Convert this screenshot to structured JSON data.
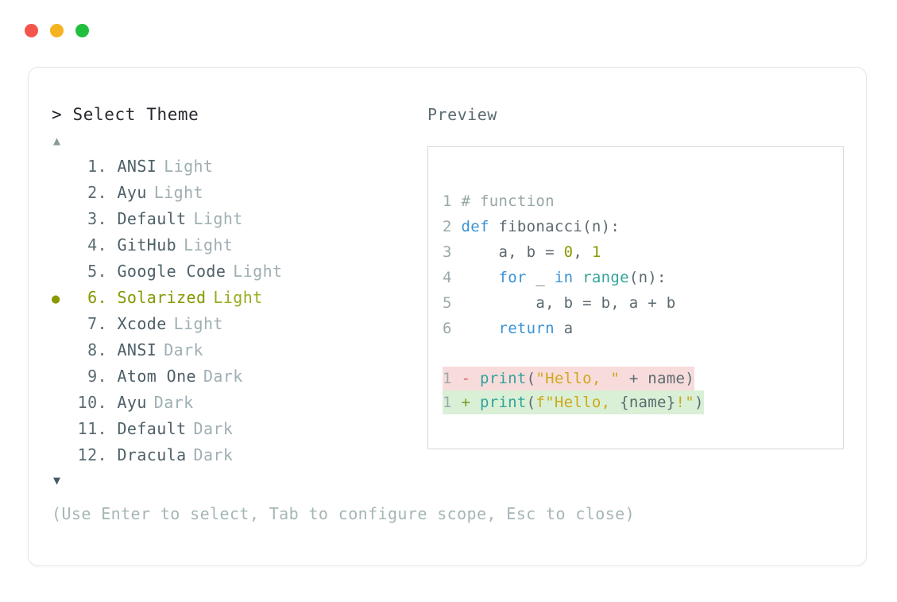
{
  "window": {
    "traffic_lights": [
      {
        "name": "close",
        "color": "#f5544c"
      },
      {
        "name": "minimize",
        "color": "#f5b320"
      },
      {
        "name": "zoom",
        "color": "#22be3e"
      }
    ]
  },
  "picker": {
    "prompt_symbol": "> ",
    "prompt_title": "Select Theme",
    "scroll_up_icon": "▲",
    "scroll_down_icon": "▼",
    "selected_bullet": "●",
    "selected_index": 6,
    "items": [
      {
        "index": "1.",
        "name": "ANSI",
        "variant": "Light",
        "selected": false
      },
      {
        "index": "2.",
        "name": "Ayu",
        "variant": "Light",
        "selected": false
      },
      {
        "index": "3.",
        "name": "Default",
        "variant": "Light",
        "selected": false
      },
      {
        "index": "4.",
        "name": "GitHub",
        "variant": "Light",
        "selected": false
      },
      {
        "index": "5.",
        "name": "Google Code",
        "variant": "Light",
        "selected": false
      },
      {
        "index": "6.",
        "name": "Solarized",
        "variant": "Light",
        "selected": true
      },
      {
        "index": "7.",
        "name": "Xcode",
        "variant": "Light",
        "selected": false
      },
      {
        "index": "8.",
        "name": "ANSI",
        "variant": "Dark",
        "selected": false
      },
      {
        "index": "9.",
        "name": "Atom One",
        "variant": "Dark",
        "selected": false
      },
      {
        "index": "10.",
        "name": "Ayu",
        "variant": "Dark",
        "selected": false
      },
      {
        "index": "11.",
        "name": "Default",
        "variant": "Dark",
        "selected": false
      },
      {
        "index": "12.",
        "name": "Dracula",
        "variant": "Dark",
        "selected": false
      }
    ]
  },
  "preview": {
    "label": "Preview",
    "code_lines": [
      {
        "no": "1",
        "tokens": [
          {
            "t": "# function",
            "c": "comment"
          }
        ]
      },
      {
        "no": "2",
        "tokens": [
          {
            "t": "def ",
            "c": "kw"
          },
          {
            "t": "fibonacci",
            "c": "fn"
          },
          {
            "t": "(n):",
            "c": "punct"
          }
        ]
      },
      {
        "no": "3",
        "tokens": [
          {
            "t": "    a, b = ",
            "c": "plain"
          },
          {
            "t": "0",
            "c": "num"
          },
          {
            "t": ", ",
            "c": "plain"
          },
          {
            "t": "1",
            "c": "num"
          }
        ]
      },
      {
        "no": "4",
        "tokens": [
          {
            "t": "    ",
            "c": "plain"
          },
          {
            "t": "for",
            "c": "kw"
          },
          {
            "t": " _ ",
            "c": "plain"
          },
          {
            "t": "in",
            "c": "kw"
          },
          {
            "t": " ",
            "c": "plain"
          },
          {
            "t": "range",
            "c": "builtin"
          },
          {
            "t": "(n):",
            "c": "punct"
          }
        ]
      },
      {
        "no": "5",
        "tokens": [
          {
            "t": "        a, b = b, a + b",
            "c": "plain"
          }
        ]
      },
      {
        "no": "6",
        "tokens": [
          {
            "t": "    ",
            "c": "plain"
          },
          {
            "t": "return",
            "c": "kw"
          },
          {
            "t": " a",
            "c": "plain"
          }
        ]
      }
    ],
    "diff_lines": [
      {
        "no": "1",
        "marker": "-",
        "kind": "del",
        "tokens": [
          {
            "t": "print",
            "c": "builtin"
          },
          {
            "t": "(",
            "c": "punct"
          },
          {
            "t": "\"Hello, \"",
            "c": "str"
          },
          {
            "t": " + name",
            "c": "plain"
          },
          {
            "t": ")",
            "c": "punct"
          }
        ]
      },
      {
        "no": "1",
        "marker": "+",
        "kind": "add",
        "tokens": [
          {
            "t": "print",
            "c": "builtin"
          },
          {
            "t": "(",
            "c": "punct"
          },
          {
            "t": "f\"Hello, ",
            "c": "str"
          },
          {
            "t": "{name}",
            "c": "plain"
          },
          {
            "t": "!\"",
            "c": "str"
          },
          {
            "t": ")",
            "c": "punct"
          }
        ]
      }
    ]
  },
  "footer": {
    "hint": "(Use Enter to select, Tab to configure scope, Esc to close)"
  },
  "colors": {
    "selected": "#869700",
    "keyword": "#3a92d6",
    "builtin": "#32a39a",
    "string": "#cfa81c",
    "number": "#8a9900",
    "comment": "#97a6a6",
    "diff_del_bg": "#f8dcdc",
    "diff_add_bg": "#d9f0d6"
  }
}
